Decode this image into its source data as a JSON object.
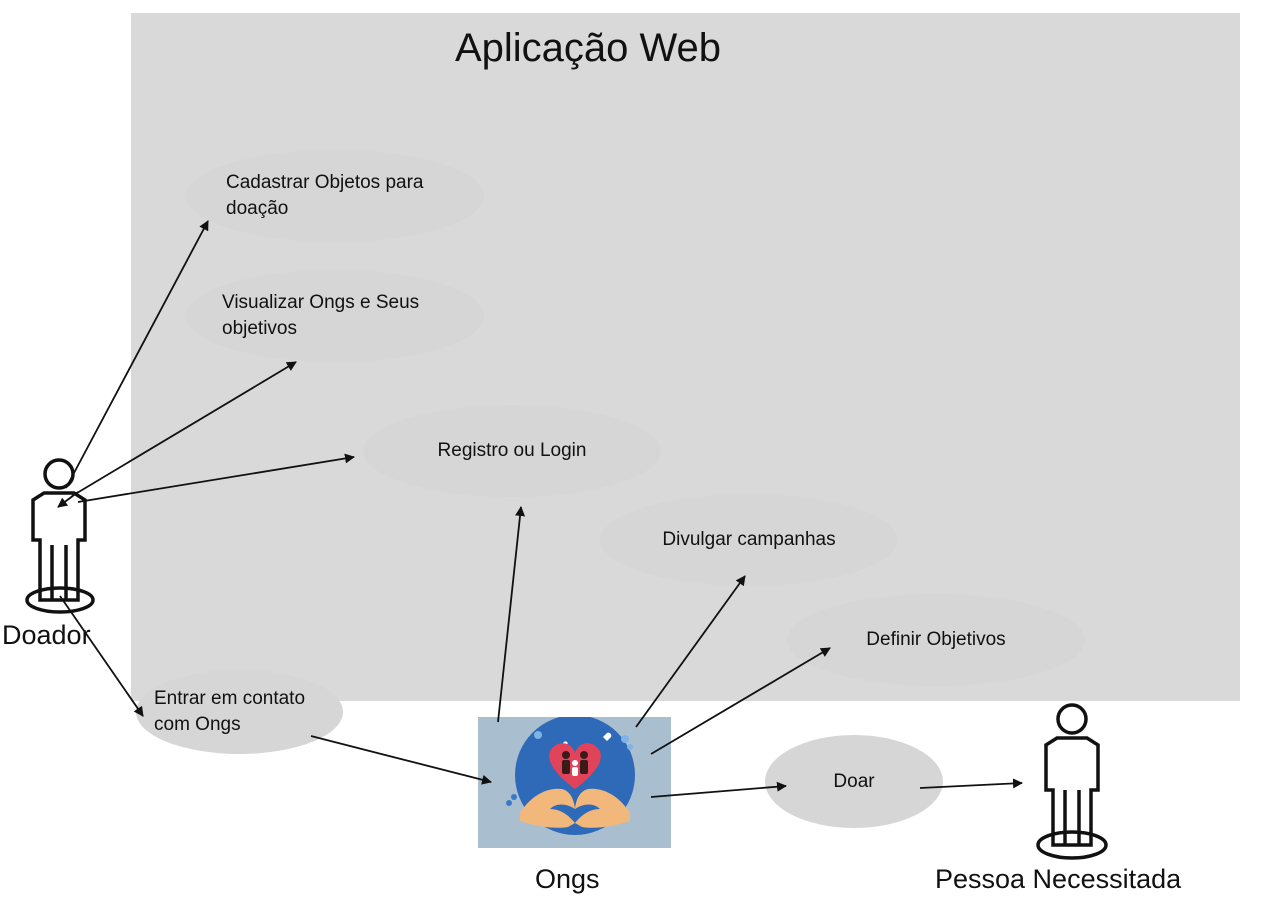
{
  "diagram": {
    "system": {
      "title": "Aplicação Web"
    },
    "use_cases": {
      "cadastrar": "Cadastrar Objetos para\ndoação",
      "visualizar": "Visualizar Ongs e Seus\nobjetivos",
      "registro": "Registro ou Login",
      "divulgar": "Divulgar campanhas",
      "definir": "Definir Objetivos",
      "entrar": "Entrar em contato\ncom Ongs",
      "doar": "Doar"
    },
    "actors": {
      "doador": "Doador",
      "ongs": "Ongs",
      "pessoa": "Pessoa Necessitada"
    },
    "icons": {
      "actor": "stick-figure-icon",
      "ongs_logo": "heart-hands-icon"
    },
    "colors": {
      "system_background": "#d9d9d9",
      "use_case_fill": "#d6d6d6",
      "logo_background": "#a9bfcf",
      "logo_circle": "#2f6ab8",
      "logo_heart": "#e0435a",
      "logo_hands": "#f2b77a"
    }
  }
}
